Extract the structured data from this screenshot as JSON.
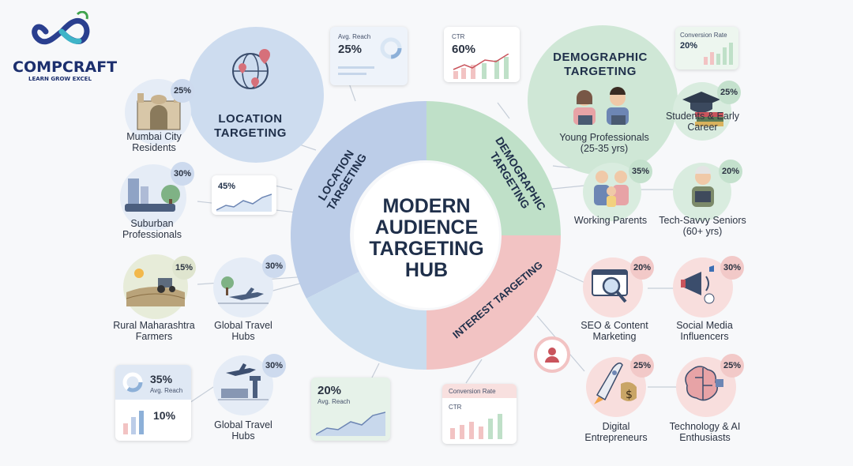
{
  "brand": {
    "name": "COMPCRAFT",
    "tagline": "LEARN GROW EXCEL"
  },
  "center": {
    "title_lines": [
      "MODERN",
      "AUDIENCE",
      "TARGETING",
      "HUB"
    ]
  },
  "ring": {
    "location": "LOCATION TARGETING",
    "demographic": "DEMOGRAPHIC TARGETING",
    "interest": "INTEREST TARGETING"
  },
  "headings": {
    "location": "LOCATION TARGETING",
    "demographic": "DEMOGRAPHIC TARGETING"
  },
  "nodes": {
    "mumbai": {
      "label": "Mumbai City Residents",
      "pct": "25%"
    },
    "suburban": {
      "label": "Suburban Professionals",
      "pct": "30%"
    },
    "rural": {
      "label": "Rural Maharashtra Farmers",
      "pct": "15%"
    },
    "global1": {
      "label": "Global Travel Hubs",
      "pct": "30%"
    },
    "global2": {
      "label": "Global Travel Hubs",
      "pct": "30%"
    },
    "young": {
      "label": "Young Professionals (25-35 yrs)"
    },
    "students": {
      "label": "Students & Early Career",
      "pct": "25%"
    },
    "parents": {
      "label": "Working Parents",
      "pct": "35%"
    },
    "seniors": {
      "label": "Tech-Savvy Seniors (60+ yrs)",
      "pct": "20%"
    },
    "seo": {
      "label": "SEO & Content Marketing",
      "pct": "20%"
    },
    "social": {
      "label": "Social Media Influencers",
      "pct": "30%"
    },
    "digital": {
      "label": "Digital Entrepreneurs",
      "pct": "25%"
    },
    "tech": {
      "label": "Technology & AI Enthusiasts",
      "pct": "25%"
    }
  },
  "cards": {
    "reach_top": {
      "title": "Avg. Reach",
      "value": "25%"
    },
    "ctr_top": {
      "title": "CTR",
      "value": "60%"
    },
    "conv_top": {
      "title": "Conversion Rate",
      "value": "20%"
    },
    "mid_left": {
      "value": "45%"
    },
    "bottom_left": {
      "value1": "35%",
      "label1": "Avg. Reach",
      "value2": "10%"
    },
    "bottom_mid": {
      "value": "20%",
      "label": "Avg. Reach"
    },
    "bottom_right": {
      "title": "Conversion Rate",
      "label": "CTR"
    }
  },
  "colors": {
    "location": "#b9cbe6",
    "demographic": "#bfe0c8",
    "interest": "#f2c4c4",
    "navy": "#1f2f4a"
  }
}
